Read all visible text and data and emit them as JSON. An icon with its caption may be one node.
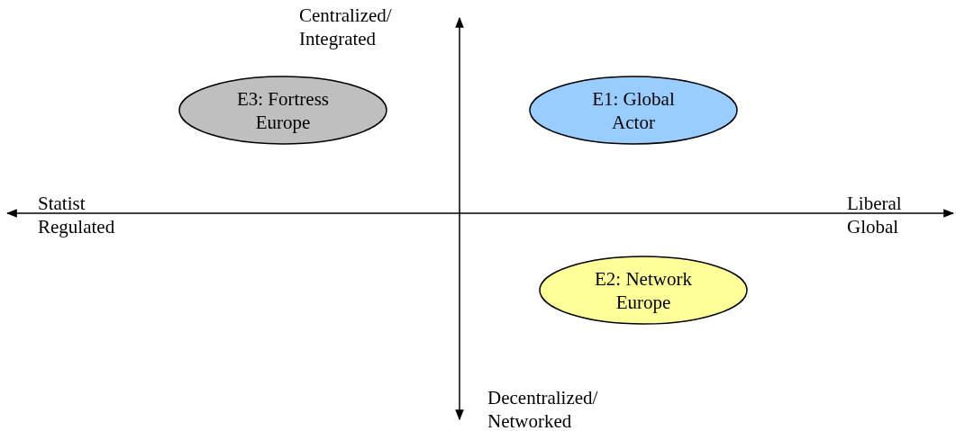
{
  "diagram": {
    "nodes": [
      {
        "text": [
          "E3: Fortress Europe"
        ]
      },
      {
        "text": [
          "E1: Global Actor"
        ]
      },
      {
        "text": [
          "E2: Network Europe"
        ]
      }
    ],
    "labels": [
      "Centralized/ Integrated",
      "Statist Regulated",
      "Liberal Global",
      "Decentralized/ Networked"
    ]
  }
}
